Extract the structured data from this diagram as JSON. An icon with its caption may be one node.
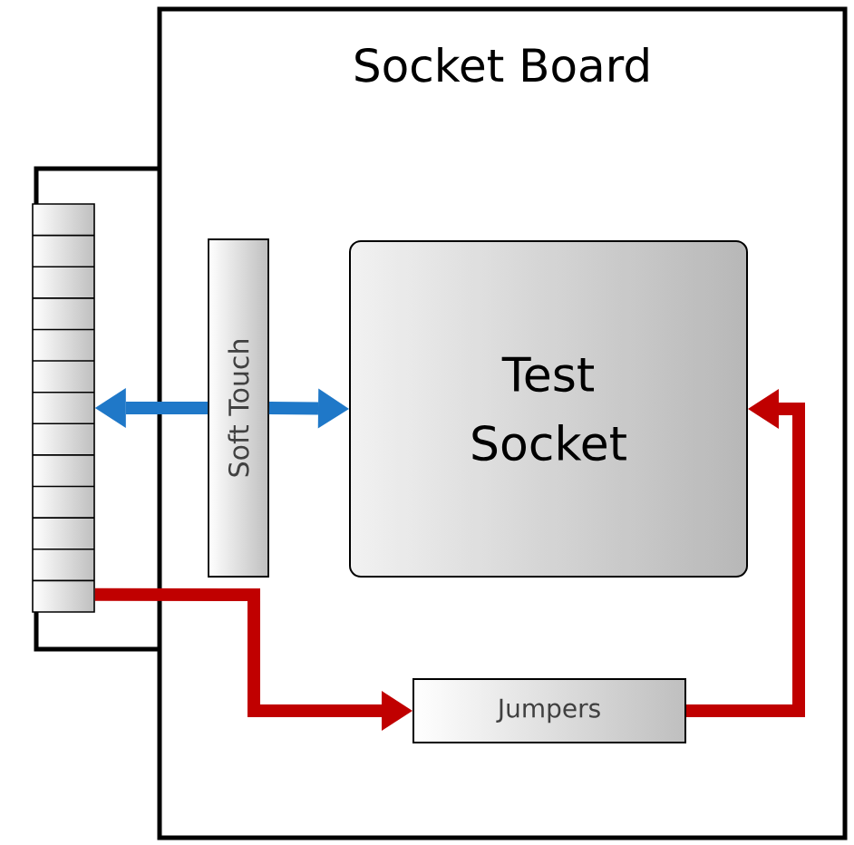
{
  "diagram": {
    "nodes": [
      {
        "text": [
          "Socket Board"
        ]
      },
      {
        "text": [],
        "shape": "box"
      },
      {
        "text": [
          "Soft Touch"
        ],
        "in": 0
      },
      {
        "text": [
          "Test Socket"
        ],
        "in": 0
      },
      {
        "text": [
          "Jumpers"
        ],
        "in": 0
      }
    ],
    "edges": [
      {
        "from": 2,
        "to": 1,
        "arrow": "to",
        "color": "#1f78c8"
      },
      {
        "from": 2,
        "to": 3,
        "arrow": "to",
        "color": "#1f78c8"
      },
      {
        "from": 1,
        "to": 4,
        "arrow": "to",
        "color": "#c00000"
      },
      {
        "from": 4,
        "to": 3,
        "arrow": "to",
        "color": "#c00000"
      }
    ]
  }
}
